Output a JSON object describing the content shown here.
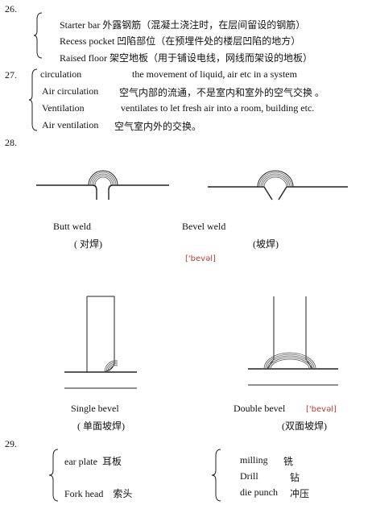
{
  "q26": {
    "number": "26.",
    "items": [
      "Starter bar  外露钢筋（混凝土浇注时，在层间留设的钢筋）",
      "Recess pocket  凹陷部位（在预埋件处的楼层凹陷的地方）",
      "Raised floor  架空地板（用于铺设电线，网线而架设的地板）"
    ]
  },
  "q27": {
    "number": "27.",
    "rows": [
      {
        "term": "circulation",
        "def": "the movement of liquid, air etc in a system"
      },
      {
        "term": "Air circulation",
        "def": "空气内部的流通，不是室内和室外的空气交换 。"
      },
      {
        "term": "Ventilation",
        "def": "ventilates      to let fresh air into a room, building etc."
      },
      {
        "term": "Air ventilation",
        "def": "空气室内外的交换。"
      }
    ]
  },
  "q28": {
    "number": "28.",
    "butt_weld": {
      "en": "Butt weld",
      "zh": "(  对焊)"
    },
    "bevel_weld": {
      "en": "Bevel weld",
      "zh": "(坡焊)",
      "phonetic": "['bevəl]"
    },
    "single_bevel": {
      "en": "Single bevel",
      "zh": "(  单面坡焊)"
    },
    "double_bevel": {
      "en": "Double bevel",
      "zh": "(双面坡焊)",
      "phonetic": "['bevəl]"
    }
  },
  "q29": {
    "number": "29.",
    "left": [
      {
        "en": "ear plate",
        "zh": "耳板"
      },
      {
        "en": "Fork head",
        "zh": "索头"
      }
    ],
    "right": [
      {
        "en": "milling",
        "zh": "铣"
      },
      {
        "en": "Drill",
        "zh": "钻"
      },
      {
        "en": "die punch",
        "zh": "冲压"
      }
    ]
  },
  "colors": {
    "text": "#111111",
    "phonetic": "#c0392b",
    "line": "#222222"
  }
}
